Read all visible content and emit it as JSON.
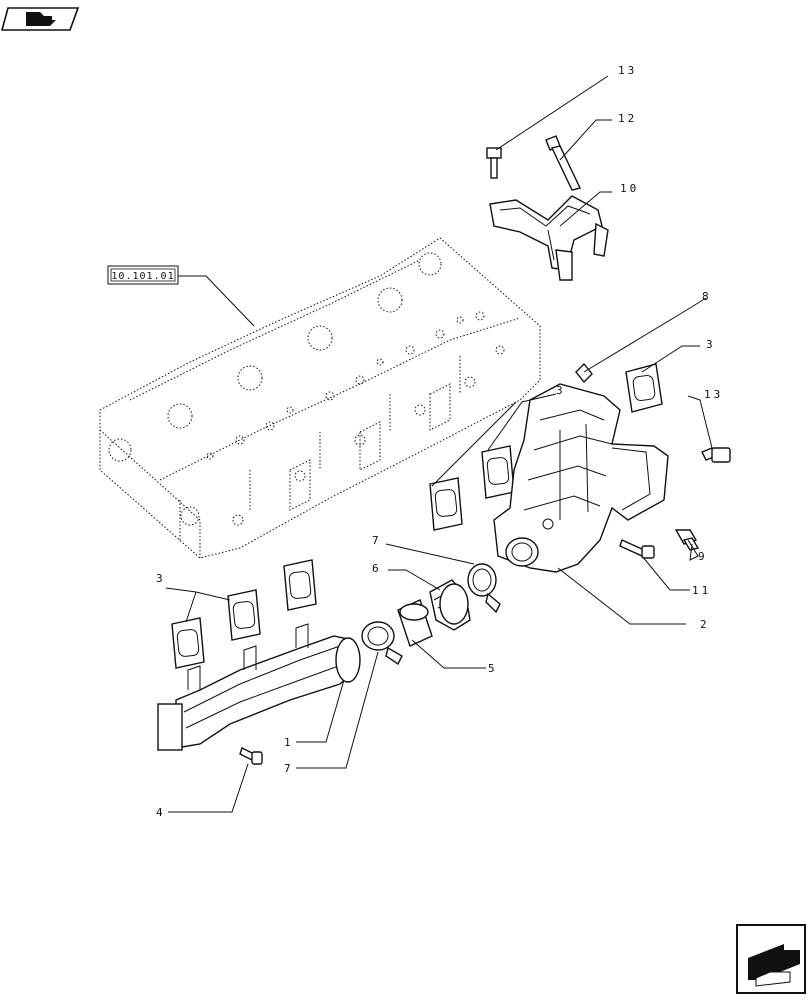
{
  "reference_box": {
    "label": "10.101.01"
  },
  "callouts": [
    {
      "id": "c13a",
      "text": "13"
    },
    {
      "id": "c12",
      "text": "12"
    },
    {
      "id": "c10",
      "text": "10"
    },
    {
      "id": "c8",
      "text": "8"
    },
    {
      "id": "c3a",
      "text": "3"
    },
    {
      "id": "c3b",
      "text": "3"
    },
    {
      "id": "c13b",
      "text": "13"
    },
    {
      "id": "c7a",
      "text": "7"
    },
    {
      "id": "c6",
      "text": "6"
    },
    {
      "id": "c9",
      "text": "9"
    },
    {
      "id": "c11",
      "text": "11"
    },
    {
      "id": "c2",
      "text": "2"
    },
    {
      "id": "c3c",
      "text": "3"
    },
    {
      "id": "c5",
      "text": "5"
    },
    {
      "id": "c1",
      "text": "1"
    },
    {
      "id": "c7b",
      "text": "7"
    },
    {
      "id": "c4",
      "text": "4"
    }
  ],
  "icons": {
    "top_left": "folder-nav-icon",
    "bottom_right": "next-page-arrow-icon"
  }
}
